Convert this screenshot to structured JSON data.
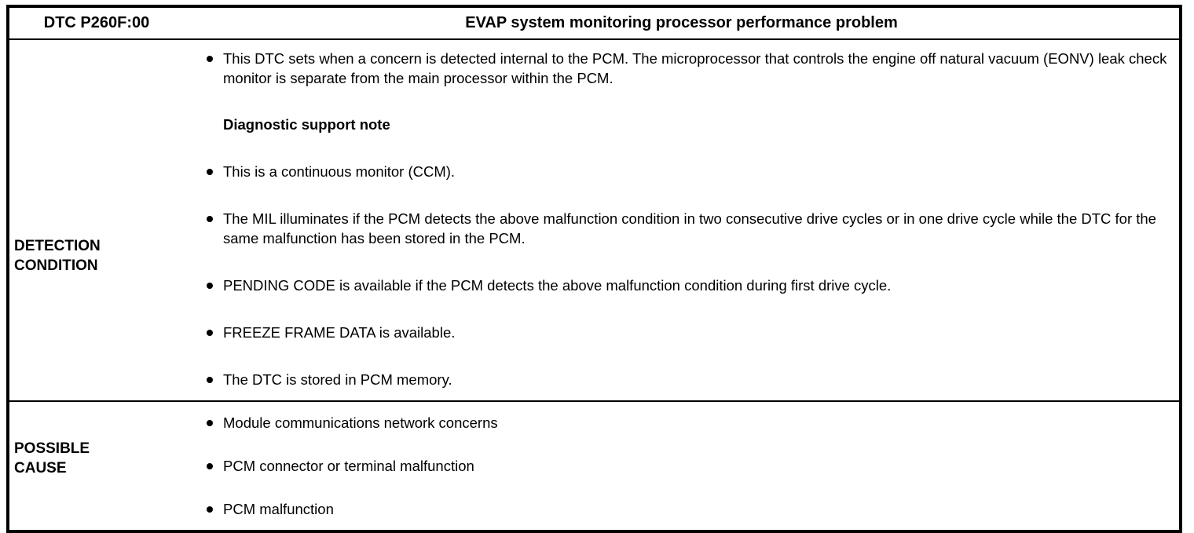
{
  "table": {
    "header": {
      "dtc_code": "DTC P260F:00",
      "title": "EVAP system monitoring processor performance problem"
    },
    "sections": [
      {
        "label": "DETECTION\nCONDITION",
        "label_line1": "DETECTION",
        "label_line2": "CONDITION",
        "items": [
          {
            "type": "bullet",
            "text": "This DTC sets when a concern is detected internal to the PCM. The microprocessor that controls the engine off natural vacuum (EONV) leak check monitor is separate from the main processor within the PCM."
          },
          {
            "type": "note",
            "text": "Diagnostic support note"
          },
          {
            "type": "bullet",
            "text": "This is a continuous monitor (CCM)."
          },
          {
            "type": "bullet",
            "text": "The MIL illuminates if the PCM detects the above malfunction condition in two consecutive drive cycles or in one drive cycle while the DTC for the same malfunction has been stored in the PCM."
          },
          {
            "type": "bullet",
            "text": "PENDING CODE is available if the PCM detects the above malfunction condition during first drive cycle."
          },
          {
            "type": "bullet",
            "text": "FREEZE FRAME DATA is available."
          },
          {
            "type": "bullet",
            "text": "The DTC is stored in PCM memory."
          }
        ]
      },
      {
        "label": "POSSIBLE\nCAUSE",
        "label_line1": "POSSIBLE",
        "label_line2": "CAUSE",
        "items": [
          {
            "type": "bullet",
            "text": "Module communications network concerns"
          },
          {
            "type": "bullet",
            "text": "PCM connector or terminal malfunction"
          },
          {
            "type": "bullet",
            "text": "PCM malfunction"
          }
        ]
      }
    ]
  },
  "colors": {
    "border": "#000000",
    "text": "#000000",
    "background": "#ffffff"
  }
}
